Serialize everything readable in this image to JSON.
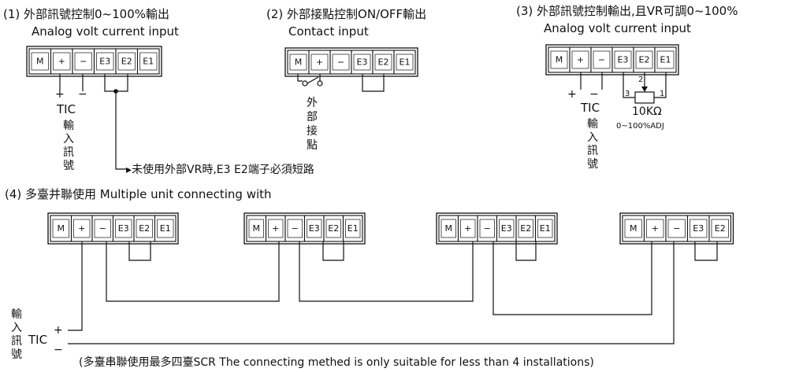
{
  "sections": [
    {
      "title": "(1) 外部訊號控制0~100%輸出",
      "subtitle": "Analog volt current input"
    },
    {
      "title": "(2) 外部接點控制ON/OFF輸出",
      "subtitle": "Contact input"
    },
    {
      "title": "(3) 外部訊號控制輸出,且VR可調0~100%",
      "subtitle": "Analog volt current input"
    },
    {
      "title": "(4) 多臺并聯使用 Multiple unit connecting with",
      "subtitle": ""
    }
  ],
  "terminals": [
    "M",
    "+",
    "−",
    "E3",
    "E2",
    "E1"
  ],
  "labels": {
    "plus": "+",
    "minus": "−",
    "tic": "TIC",
    "input_signal_chars": [
      "輸",
      "入",
      "訊",
      "號"
    ],
    "external_contact_chars": [
      "外",
      "部",
      "接",
      "點"
    ],
    "short_note": "▸未使用外部VR時,E3 E2端子必須短路",
    "vr_value": "10KΩ",
    "vr_adj": "0~100%ADJ",
    "pot_pins": [
      "1",
      "2",
      "3"
    ],
    "bottom_note": "(多臺串聯使用最多四臺SCR  The connecting methed is only suitable for less than 4 installations)"
  }
}
